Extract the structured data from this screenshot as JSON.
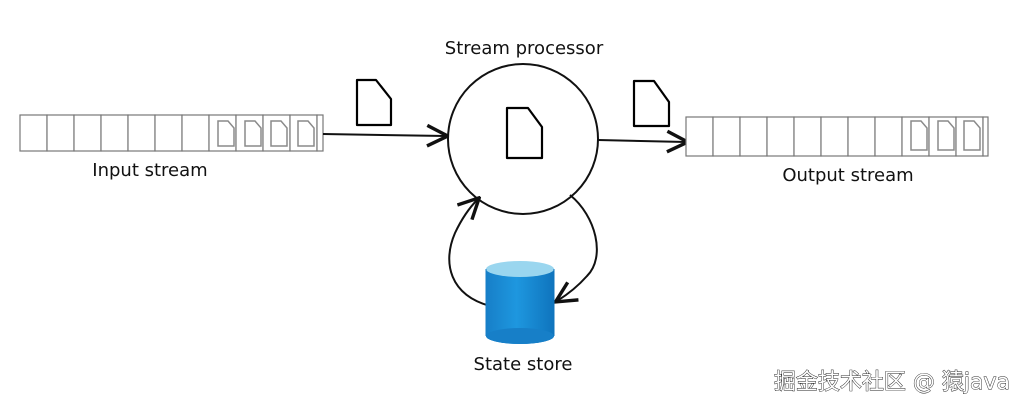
{
  "labels": {
    "processor": "Stream processor",
    "input": "Input stream",
    "output": "Output stream",
    "state": "State store"
  },
  "watermark": "掘金技术社区 @ 猿java",
  "colors": {
    "cylinder_top": "#9ad6ef",
    "cylinder_body": "#1e97df",
    "cylinder_bottom": "#177fc8"
  }
}
